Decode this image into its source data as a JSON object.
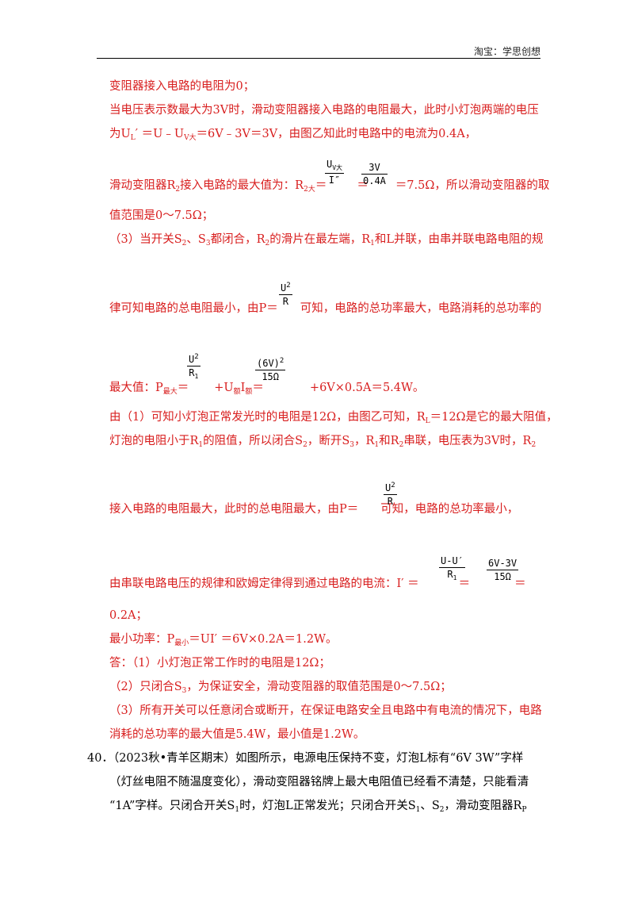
{
  "header": {
    "brand": "淘宝：学思创想"
  },
  "lines": {
    "l1": "变阻器接入电路的电阻为0；",
    "l2": "当电压表示数最大为3V时，滑动变阻器接入电路的电阻最大，此时小灯泡两端的电压",
    "l3_a": "为U",
    "l3_b": "L",
    "l3_c": "′ ＝U﹣U",
    "l3_d": "V大",
    "l3_e": "＝6V﹣3V＝3V，由图乙知此时电路中的电流为0.4A，",
    "l4_a": "滑动变阻器R",
    "l4_b": "2",
    "l4_c": "接入电路的最大值为：R",
    "l4_d": "2大",
    "l4_e": "＝",
    "l4_f": "＝",
    "l4_g": "＝7.5Ω，所以滑动变阻器的取",
    "l5": "值范围是0～7.5Ω；",
    "l6_a": "（3）当开关S",
    "l6_b": "2",
    "l6_c": "、S",
    "l6_d": "3",
    "l6_e": "都闭合，R",
    "l6_f": "2",
    "l6_g": "的滑片在最左端，R",
    "l6_h": "1",
    "l6_i": "和L并联，由串并联电路电阻的规",
    "l7_a": "律可知电路的总电阻最小，由P＝",
    "l7_b": "可知，电路的总功率最大，电路消耗的总功率的",
    "l8_a": "最大值：P",
    "l8_b": "最大",
    "l8_c": "＝",
    "l8_d": "+U",
    "l8_e": "额",
    "l8_f": "I",
    "l8_g": "额",
    "l8_h": "＝",
    "l8_i": "+6V×0.5A＝5.4W。",
    "l9_a": "由（1）可知小灯泡正常发光时的电阻是12Ω，由图乙可知，R",
    "l9_b": "L",
    "l9_c": "＝12Ω是它的最大阻值，",
    "l10_a": "灯泡的电阻小于R",
    "l10_b": "1",
    "l10_c": "的阻值，所以闭合S",
    "l10_d": "2",
    "l10_e": "，断开S",
    "l10_f": "3",
    "l10_g": "，R",
    "l10_h": "1",
    "l10_i": "和R",
    "l10_j": "2",
    "l10_k": "串联，电压表为3V时，R",
    "l10_l": "2",
    "l11_a": "接入电路的电阻最大，此时的总电阻最大，由P＝",
    "l11_b": "可知，电路的总功率最小，",
    "l12_a": "由串联电路电压的规律和欧姆定律得到通过电路的电流：I′ ＝",
    "l12_b": "＝",
    "l12_c": "＝",
    "l13": "0.2A；",
    "l14_a": "最小功率：P",
    "l14_b": "最小",
    "l14_c": "＝UI′ ＝6V×0.2A＝1.2W。",
    "l15": "答：（1）小灯泡正常工作时的电阻是12Ω；",
    "l16_a": "（2）只闭合S",
    "l16_b": "3",
    "l16_c": "，为保证安全，滑动变阻器的取值范围是0～7.5Ω；",
    "l17": "（3）所有开关可以任意闭合或断开，在保证电路安全且电路中有电流的情况下，电路",
    "l18": "消耗的总功率的最大值是5.4W，最小值是1.2W。"
  },
  "fractions": {
    "f1": {
      "n": "U",
      "n_sub": "V大",
      "d": "I″"
    },
    "f2": {
      "n": "3V",
      "d": "0.4A"
    },
    "f3": {
      "n": "U",
      "n_sup": "2",
      "d": "R"
    },
    "f4": {
      "n": "U",
      "n_sup": "2",
      "d": "R",
      "d_sub": "1"
    },
    "f5": {
      "n": "(6V)",
      "n_sup": "2",
      "d": "15Ω"
    },
    "f6": {
      "n": "U",
      "n_sup": "2",
      "d": "R"
    },
    "f7": {
      "n": "U-U′",
      "d": "R",
      "d_sub": "1"
    },
    "f8": {
      "n": "6V-3V",
      "d": "15Ω"
    }
  },
  "q40": {
    "num": "40．",
    "l1": "（2023秋•青羊区期末）如图所示，电源电压保持不变，灯泡L标有“6V  3W”字样",
    "l2": "（灯丝电阻不随温度变化），滑动变阻器铭牌上最大电阻值已经看不清楚，只能看清",
    "l3_a": "“1A”字样。只闭合开关S",
    "l3_b": "1",
    "l3_c": "时，灯泡L正常发光；只闭合开关S",
    "l3_d": "1",
    "l3_e": "、S",
    "l3_f": "2",
    "l3_g": "，滑动变阻器R",
    "l3_h": "P"
  }
}
